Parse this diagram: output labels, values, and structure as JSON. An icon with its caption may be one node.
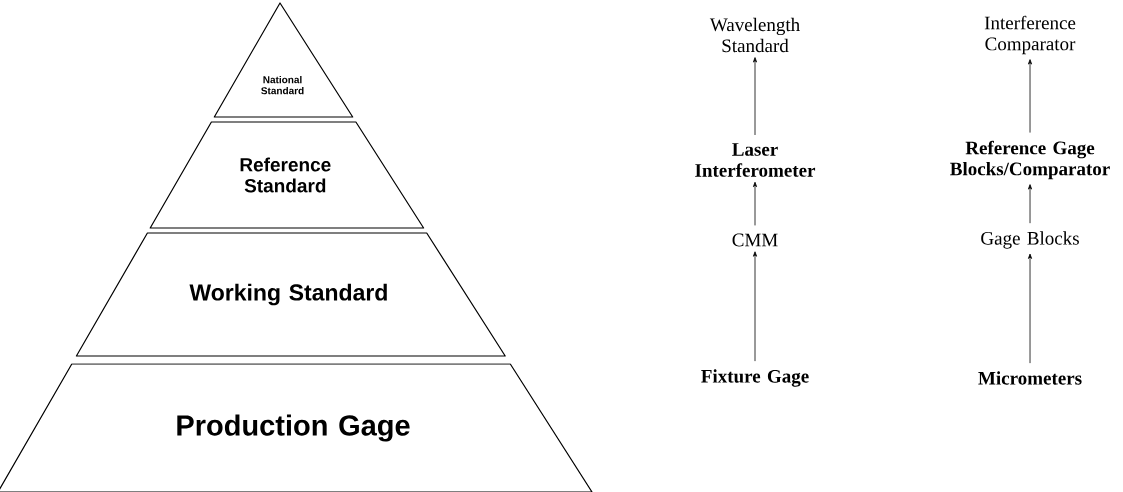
{
  "diagram": {
    "nodes": [
      {
        "text": [
          "National Standard"
        ]
      },
      {
        "text": [
          "Reference Standard"
        ]
      },
      {
        "text": [
          "Working Standard"
        ]
      },
      {
        "text": [
          "Production Gage"
        ]
      },
      {
        "text": [
          "Wavelength Standard"
        ]
      },
      {
        "text": [
          "Interference Comparator"
        ]
      },
      {
        "text": [
          "Laser Interferometer"
        ]
      },
      {
        "text": [
          "Reference Gage Blocks/Comparator"
        ]
      },
      {
        "text": [
          "CMM"
        ]
      },
      {
        "text": [
          "Gage Blocks"
        ]
      },
      {
        "text": [
          "Fixture Gage"
        ]
      },
      {
        "text": [
          "Micrometers"
        ]
      }
    ],
    "edges": [
      {
        "from": 6,
        "to": 4,
        "arrow": "to"
      },
      {
        "from": 7,
        "to": 5,
        "arrow": "to"
      },
      {
        "from": 8,
        "to": 6,
        "arrow": "to"
      },
      {
        "from": 9,
        "to": 7,
        "arrow": "to"
      },
      {
        "from": 10,
        "to": 8,
        "arrow": "to"
      },
      {
        "from": 11,
        "to": 9,
        "arrow": "to"
      }
    ]
  }
}
